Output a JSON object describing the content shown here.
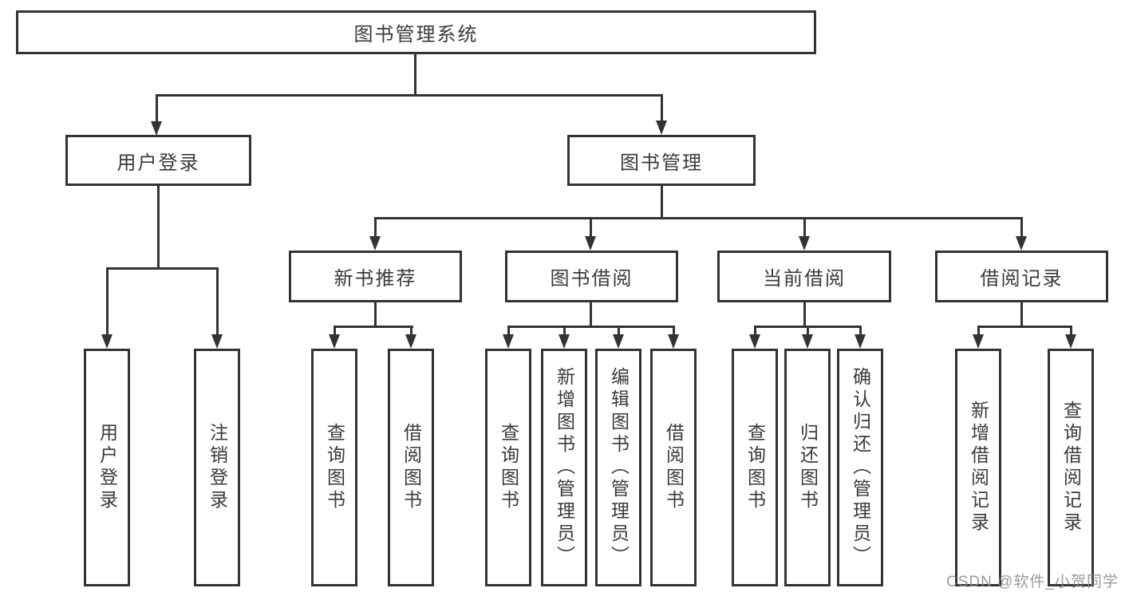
{
  "tree": {
    "label": "图书管理系统",
    "children": [
      {
        "label": "用户登录",
        "children": [
          {
            "label": "用户登录"
          },
          {
            "label": "注销登录"
          }
        ]
      },
      {
        "label": "图书管理",
        "children": [
          {
            "label": "新书推荐",
            "children": [
              {
                "label": "查询图书"
              },
              {
                "label": "借阅图书"
              }
            ]
          },
          {
            "label": "图书借阅",
            "children": [
              {
                "label": "查询图书"
              },
              {
                "label": "新增图书（管理员）"
              },
              {
                "label": "编辑图书（管理员）"
              },
              {
                "label": "借阅图书"
              }
            ]
          },
          {
            "label": "当前借阅",
            "children": [
              {
                "label": "查询图书"
              },
              {
                "label": "归还图书"
              },
              {
                "label": "确认归还（管理员）"
              }
            ]
          },
          {
            "label": "借阅记录",
            "children": [
              {
                "label": "新增借阅记录"
              },
              {
                "label": "查询借阅记录"
              }
            ]
          }
        ]
      }
    ]
  },
  "watermark": {
    "text": "CSDN @软件_小贺同学"
  },
  "colors": {
    "line": "#333333",
    "text": "#3a3a3a",
    "background": "#ffffff",
    "watermark": "#8c8c8c"
  }
}
